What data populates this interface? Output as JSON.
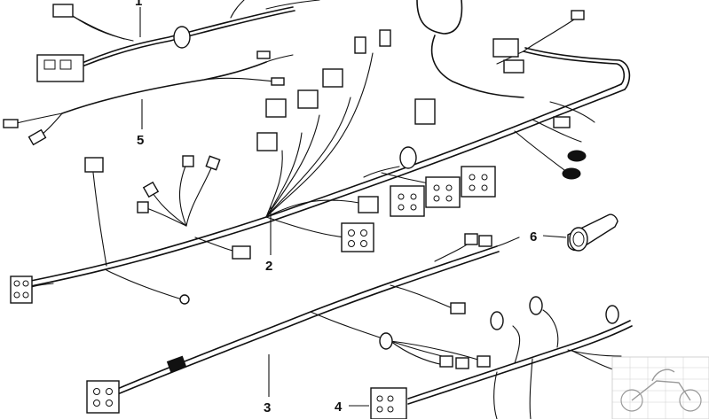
{
  "diagram": {
    "callouts": [
      {
        "id": "callout-1",
        "number": "1"
      },
      {
        "id": "callout-2",
        "number": "2"
      },
      {
        "id": "callout-3",
        "number": "3"
      },
      {
        "id": "callout-4",
        "number": "4"
      },
      {
        "id": "callout-5",
        "number": "5"
      },
      {
        "id": "callout-6",
        "number": "6"
      }
    ],
    "logo": "motorcycle-watermark"
  }
}
